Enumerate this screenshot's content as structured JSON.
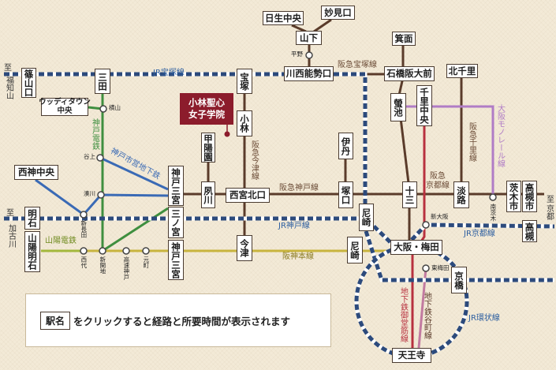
{
  "stations": {
    "sasayamaguchi": "篠山口",
    "sanda": "三田",
    "woodytown_l1": "ウッディタウン",
    "woodytown_l2": "中央",
    "seishin_chuo": "西神中央",
    "akashi": "明石",
    "sanyo_akashi": "山陽明石",
    "kobe_sannomiya_hankyu": "神戸三宮",
    "sannomiya_jr": "三ノ宮",
    "kobe_sannomiya_hanshin": "神戸三宮",
    "koyoen": "甲陽園",
    "shukugawa": "夙川",
    "takarazuka": "宝塚",
    "obayashi": "小林",
    "nishinomiya_kitaguchi": "西宮北口",
    "imazu": "今津",
    "kawanishi_noseguchi": "川西能勢口",
    "yamashita": "山下",
    "nissei_chuo": "日生中央",
    "myokenguchi": "妙見口",
    "itami": "伊丹",
    "tsukaguchi": "塚口",
    "amagasaki_jr": "尼崎",
    "amagasaki_hanshin": "尼崎",
    "minoo": "箕面",
    "ishibashi_handaimae": "石橋阪大前",
    "hotarugaike": "螢池",
    "senri_chuo": "千里中央",
    "kita_senri": "北千里",
    "juso": "十三",
    "awaji": "淡路",
    "ibaraki_shi": "茨木市",
    "takatsuki_shi": "高槻市",
    "takatsuki": "高槻",
    "osaka_umeda": "大阪・梅田",
    "kyobashi": "京橋",
    "tennoji": "天王寺"
  },
  "minor_stations": {
    "yokoyama": "横山",
    "tanigami": "谷上",
    "minatogawa": "湊川",
    "shin_nagata": "新長田",
    "nishidai": "西代",
    "shinkaichi": "新開地",
    "kosoku_kobe": "高速神戸",
    "motomachi": "元町",
    "hirano": "平野",
    "shin_osaka": "新大阪",
    "higashi_umeda": "東梅田",
    "minami_ibaraki": "南茨木"
  },
  "destinations": {
    "fukuchiyama": {
      "to": "至",
      "name": "福知山"
    },
    "kakogawa": {
      "to": "至",
      "name": "加古川"
    },
    "kyoto": {
      "to": "至",
      "name": "京都"
    }
  },
  "lines": {
    "jr_takarazuka": "JR宝塚線",
    "hankyu_takarazuka": "阪急宝塚線",
    "kobe_dentetsu": "神戸電鉄",
    "kobe_subway": "神戸市営地下鉄",
    "hankyu_imazu": "阪急今津線",
    "hankyu_kobe": "阪急神戸線",
    "jr_kobe": "JR神戸線",
    "hanshin_main": "阪神本線",
    "sanyo": "山陽電鉄",
    "hankyu_senri": "阪急千里線",
    "osaka_monorail": "大阪モノレール線",
    "hankyu_kyoto_l1": "阪急",
    "hankyu_kyoto_l2": "京都線",
    "jr_kyoto": "JR京都線",
    "jr_loop": "JR環状線",
    "midosuji": "地下鉄御堂筋線",
    "tanimachi": "地下鉄谷町線"
  },
  "school": {
    "line1": "小林聖心",
    "line2": "女子学院"
  },
  "instruction": {
    "badge": "駅名",
    "text": "をクリックすると経路と所要時間が表示されます"
  },
  "colors": {
    "jr": "#2c4a7c",
    "jr_gap": "#ffffff",
    "hankyu": "#5a3b2a",
    "kobe_dentetsu": "#3f8f3f",
    "kobe_subway": "#3a6ab5",
    "hanshin": "#c8b43e",
    "sanyo": "#a3b83c",
    "monorail": "#b07cc6",
    "midosuji": "#b8313f",
    "tanimachi": "#c27aa0",
    "school": "#8c1c2c",
    "jr_label": "#2c5ea0",
    "hankyu_label": "#6a4a35"
  }
}
